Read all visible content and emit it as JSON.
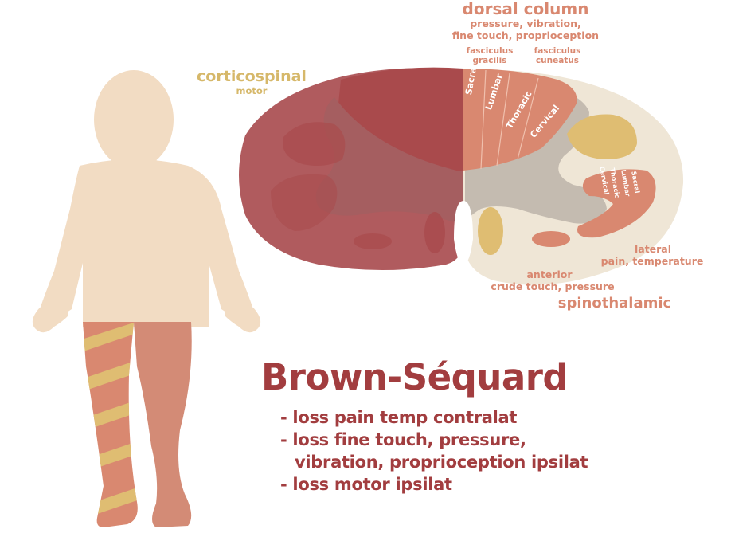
{
  "title": "Brown-Séquard",
  "findings": [
    "- loss pain temp contralat",
    "- loss fine touch, pressure,",
    "vibration, proprioception ipsilat",
    "- loss motor ipsilat"
  ],
  "labels": {
    "dorsal_column": "dorsal column",
    "dorsal_column_desc_1": "pressure, vibration,",
    "dorsal_column_desc_2": "fine touch, proprioception",
    "fasciculus_gracilis_1": "fasciculus",
    "fasciculus_gracilis_2": "gracilis",
    "fasciculus_cuneatus_1": "fasciculus",
    "fasciculus_cuneatus_2": "cuneatus",
    "corticospinal": "corticospinal",
    "corticospinal_desc": "motor",
    "lateral": "lateral",
    "lateral_desc": "pain, temperature",
    "anterior": "anterior",
    "anterior_desc": "crude touch, pressure",
    "spinothalamic": "spinothalamic"
  },
  "dorsal_segments": [
    "Sacral",
    "Lumbar",
    "Thoracic",
    "Cervical"
  ],
  "lateral_segments": [
    "Sacral",
    "Lumbar",
    "Thoracic",
    "Cervical"
  ],
  "colors": {
    "skin": "#f2dcc3",
    "affected_dark": "#a94a4c",
    "lesion_overlay": "#b05b5e",
    "salmon": "#d98870",
    "gold": "#dfbd72",
    "cream": "#efe6d6",
    "grey_matter": "#c4bbb0",
    "text_red": "#a23d3f"
  }
}
